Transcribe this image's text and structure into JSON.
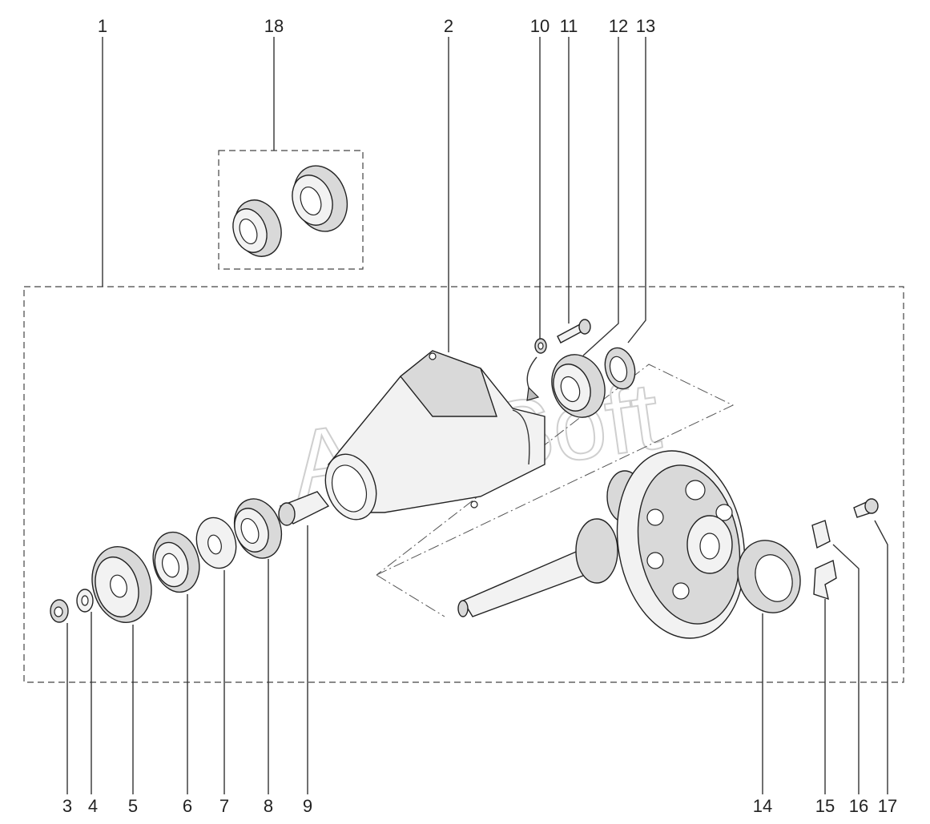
{
  "watermark": "AutoSoft",
  "callouts": [
    "1",
    "2",
    "3",
    "4",
    "5",
    "6",
    "7",
    "8",
    "9",
    "10",
    "11",
    "12",
    "13",
    "14",
    "15",
    "16",
    "17",
    "18"
  ]
}
